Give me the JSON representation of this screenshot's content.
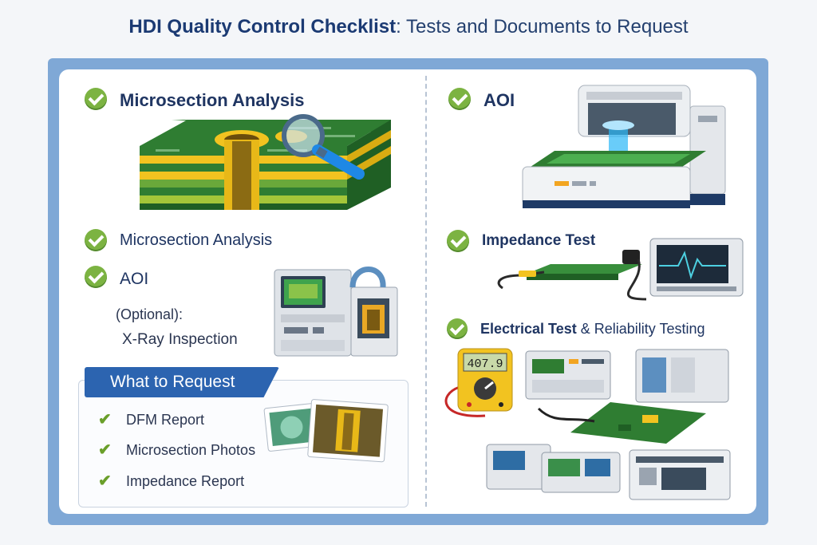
{
  "title": {
    "bold": "HDI Quality Control Checklist",
    "rest": ": Tests and Documents to Request"
  },
  "left": {
    "heading": "Microsection Analysis",
    "items": [
      {
        "label": "Microsection Analysis"
      },
      {
        "label": "AOI"
      }
    ],
    "optional_label": "(Optional):",
    "optional_item": "X-Ray Inspection",
    "request": {
      "title": "What to Request",
      "items": [
        "DFM Report",
        "Microsection Photos",
        "Impedance Report"
      ]
    }
  },
  "right": {
    "aoi_heading": "AOI",
    "impedance_heading": "Impedance Test",
    "electrical_heading_bold": "Electrical Test",
    "electrical_heading_rest": " & Reliability Testing",
    "multimeter_reading": "407.9"
  },
  "colors": {
    "accent_blue": "#2c64b0",
    "check_green": "#7cb342",
    "pcb_green": "#2f7d32",
    "frame_blue": "#7fa8d6"
  },
  "icons": [
    "check-icon",
    "magnifier-icon",
    "pcb-stack-icon",
    "aoi-machine-icon",
    "xray-machine-icon",
    "oscilloscope-icon",
    "multimeter-icon",
    "test-equipment-icon",
    "photo-icon"
  ]
}
